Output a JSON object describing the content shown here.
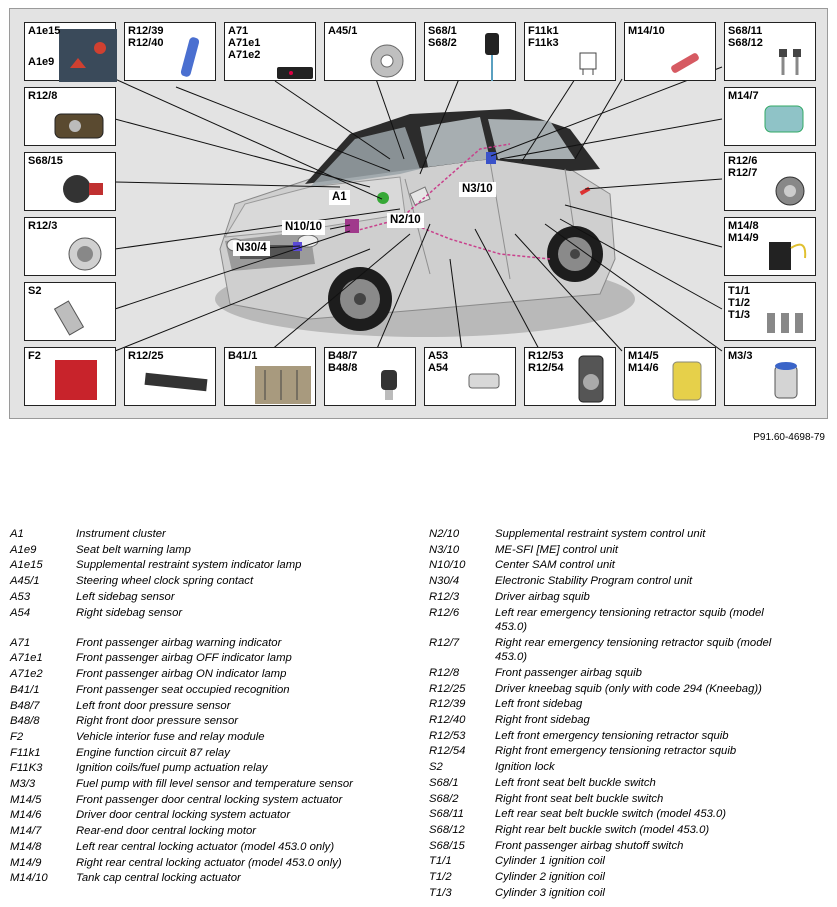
{
  "figure_id": "P91.60-4698-79",
  "callouts": [
    {
      "name": "A1",
      "text": "A1"
    },
    {
      "name": "N2-10",
      "text": "N2/10"
    },
    {
      "name": "N3-10",
      "text": "N3/10"
    },
    {
      "name": "N10-10",
      "text": "N10/10"
    },
    {
      "name": "N30-4",
      "text": "N30/4"
    }
  ],
  "boxes": {
    "A1e15-A1e9": {
      "label": "A1e15",
      "label2": "A1e9"
    },
    "R12-39-40": {
      "label": "R12/39\nR12/40"
    },
    "A71": {
      "label": "A71\nA71e1\nA71e2"
    },
    "A45-1": {
      "label": "A45/1"
    },
    "S68-1-2": {
      "label": "S68/1\nS68/2"
    },
    "F11k1-k3": {
      "label": "F11k1\nF11k3"
    },
    "M14-10": {
      "label": "M14/10"
    },
    "S68-11-12": {
      "label": "S68/11\nS68/12"
    },
    "R12-8": {
      "label": "R12/8"
    },
    "M14-7": {
      "label": "M14/7"
    },
    "S68-15": {
      "label": "S68/15"
    },
    "R12-6-7": {
      "label": "R12/6\nR12/7"
    },
    "R12-3": {
      "label": "R12/3"
    },
    "M14-8-9": {
      "label": "M14/8\nM14/9"
    },
    "S2": {
      "label": "S2"
    },
    "T1": {
      "label": "T1/1\nT1/2\nT1/3"
    },
    "F2": {
      "label": "F2"
    },
    "R12-25": {
      "label": "R12/25"
    },
    "B41-1": {
      "label": "B41/1"
    },
    "B48": {
      "label": "B48/7\nB48/8"
    },
    "A53-54": {
      "label": "A53\nA54"
    },
    "R12-53-54": {
      "label": "R12/53\nR12/54"
    },
    "M14-5-6": {
      "label": "M14/5\nM14/6"
    },
    "M3-3": {
      "label": "M3/3"
    }
  },
  "legend": {
    "left": [
      {
        "code": "A1",
        "desc": "Instrument cluster"
      },
      {
        "code": "A1e9",
        "desc": "Seat belt warning lamp"
      },
      {
        "code": "A1e15",
        "desc": "Supplemental restraint system indicator lamp"
      },
      {
        "code": "A45/1",
        "desc": "Steering wheel clock spring contact"
      },
      {
        "code": "A53",
        "desc": "Left sidebag sensor"
      },
      {
        "code": "A54",
        "desc": "Right sidebag sensor"
      },
      {
        "code": "A71",
        "desc": "Front passenger airbag warning indicator"
      },
      {
        "code": "A71e1",
        "desc": "Front passenger airbag OFF indicator lamp"
      },
      {
        "code": "A71e2",
        "desc": "Front passenger airbag ON indicator lamp"
      },
      {
        "code": "B41/1",
        "desc": "Front passenger seat occupied recognition"
      },
      {
        "code": "B48/7",
        "desc": "Left front door pressure sensor"
      },
      {
        "code": "B48/8",
        "desc": "Right front door pressure sensor"
      },
      {
        "code": "F2",
        "desc": "Vehicle interior fuse and relay module"
      },
      {
        "code": "F11k1",
        "desc": "Engine function circuit 87 relay"
      },
      {
        "code": "F11K3",
        "desc": "Ignition coils/fuel pump actuation relay"
      },
      {
        "code": "M3/3",
        "desc": "Fuel pump with fill level sensor and temperature sensor"
      },
      {
        "code": "M14/5",
        "desc": "Front passenger door central locking system actuator"
      },
      {
        "code": "M14/6",
        "desc": "Driver door central locking system actuator"
      },
      {
        "code": "M14/7",
        "desc": "Rear-end door central locking motor"
      },
      {
        "code": "M14/8",
        "desc": "Left rear central locking actuator (model 453.0 only)"
      },
      {
        "code": "M14/9",
        "desc": "Right rear central locking actuator (model 453.0 only)"
      },
      {
        "code": "M14/10",
        "desc": "Tank cap central locking actuator"
      }
    ],
    "right": [
      {
        "code": "N2/10",
        "desc": "Supplemental restraint system control unit"
      },
      {
        "code": "N3/10",
        "desc": "ME-SFI [ME] control unit"
      },
      {
        "code": "N10/10",
        "desc": "Center SAM control unit"
      },
      {
        "code": "N30/4",
        "desc": "Electronic Stability Program control unit"
      },
      {
        "code": "R12/3",
        "desc": "Driver airbag squib"
      },
      {
        "code": "R12/6",
        "desc": "Left rear emergency tensioning retractor squib (model",
        "desc2": "453.0)"
      },
      {
        "code": "R12/7",
        "desc": "Right rear emergency tensioning retractor squib (model",
        "desc2": "453.0)"
      },
      {
        "code": "R12/8",
        "desc": "Front passenger airbag squib"
      },
      {
        "code": "R12/25",
        "desc": "Driver kneebag squib (only with code 294 (Kneebag))"
      },
      {
        "code": "R12/39",
        "desc": "Left front sidebag"
      },
      {
        "code": "R12/40",
        "desc": "Right front sidebag"
      },
      {
        "code": "R12/53",
        "desc": "Left front emergency tensioning retractor squib"
      },
      {
        "code": "R12/54",
        "desc": "Right front emergency tensioning retractor squib"
      },
      {
        "code": "S2",
        "desc": "Ignition lock"
      },
      {
        "code": "S68/1",
        "desc": "Left front seat belt buckle switch"
      },
      {
        "code": "S68/2",
        "desc": "Right front seat belt buckle switch"
      },
      {
        "code": "S68/11",
        "desc": "Left rear seat belt buckle switch (model 453.0)"
      },
      {
        "code": "S68/12",
        "desc": "Right rear belt buckle switch (model 453.0)"
      },
      {
        "code": "S68/15",
        "desc": "Front passenger airbag shutoff switch"
      },
      {
        "code": "T1/1",
        "desc": "Cylinder 1 ignition coil"
      },
      {
        "code": "T1/2",
        "desc": "Cylinder 2 ignition coil"
      },
      {
        "code": "T1/3",
        "desc": "Cylinder 3 ignition coil"
      }
    ]
  }
}
